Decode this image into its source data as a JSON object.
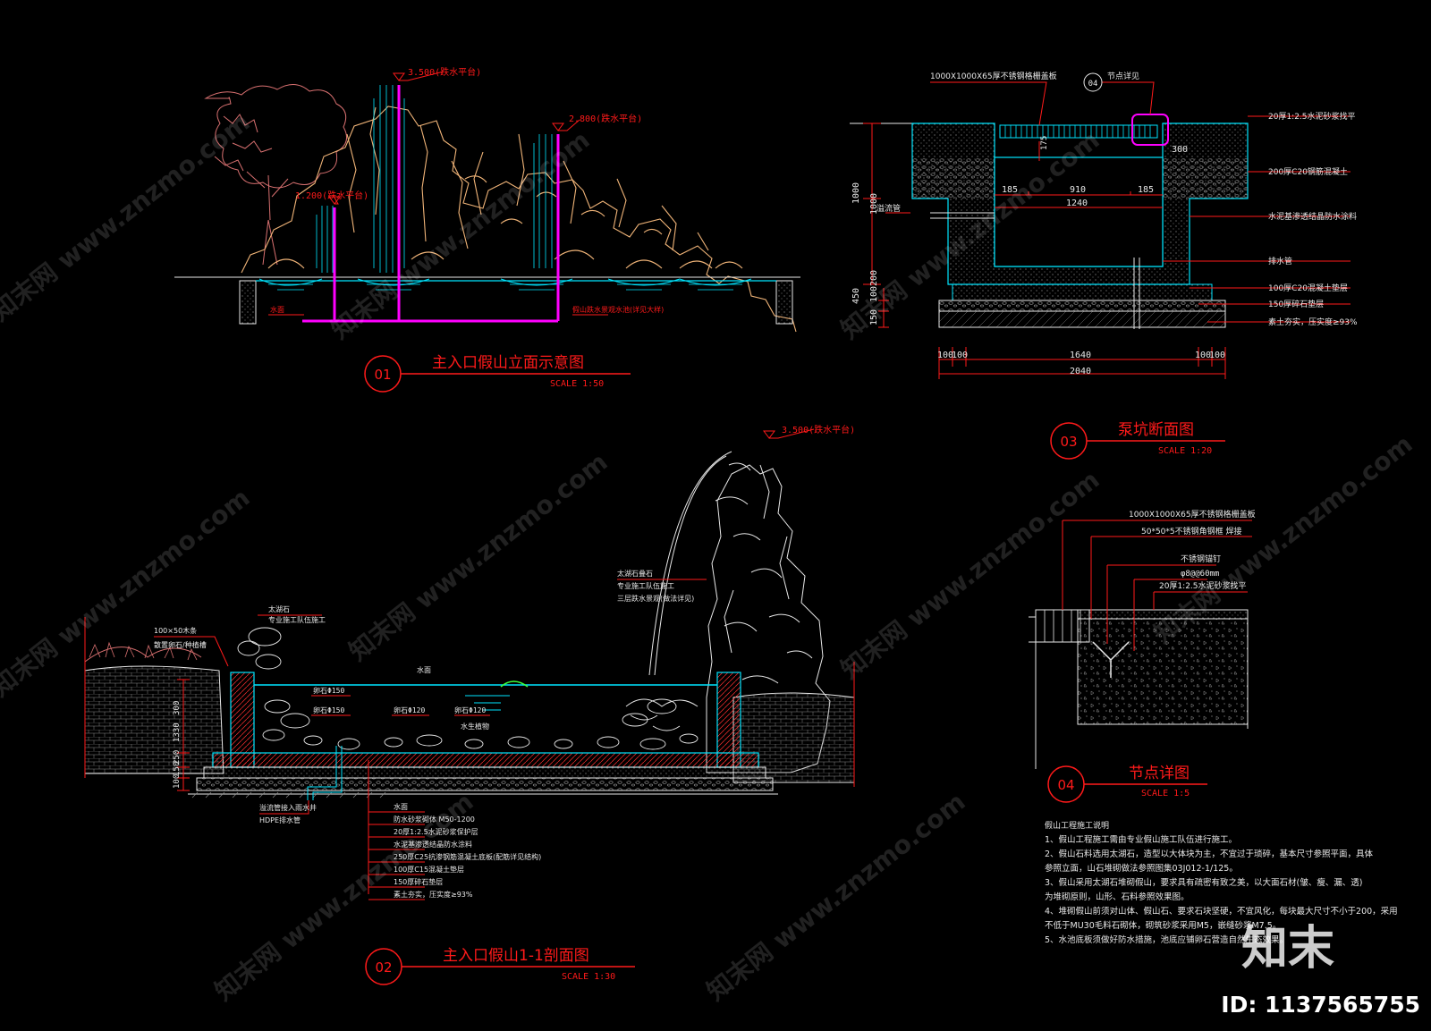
{
  "drawings": {
    "d01": {
      "number": "01",
      "title": "主入口假山立面示意图",
      "scale": "SCALE 1:50",
      "elev_top": "3.500(跌水平台)",
      "elev_mid": "2.800(跌水平台)",
      "elev_low": "1.200(跌水平台)",
      "left_note": "水面",
      "right_note": "假山跌水景观水池(详见大样)"
    },
    "d02": {
      "number": "02",
      "title": "主入口假山1-1剖面图",
      "scale": "SCALE 1:30",
      "elev_top": "3.500(跌水平台)",
      "note_top_left": "100×50木条",
      "note_top_left2": "散置卵石/种植槽",
      "note_rock": "太湖石",
      "note_rock2": "专业施工队伍施工",
      "note_right1": "太湖石叠石",
      "note_right2": "专业施工队伍施工",
      "note_right3": "三层跌水景观(做法详见)",
      "water_note": "水面",
      "pebble1": "卵石Φ150",
      "pebble2": "卵石Φ150",
      "pebble3": "卵石Φ120",
      "pebble4": "卵石Φ120",
      "pebble5": "水生植物",
      "dim_v1": "1330",
      "dim_v2": "300",
      "dim_v3": "250",
      "dim_v4": "150",
      "dim_v5": "100",
      "drain_note1": "溢流管接入雨水井",
      "drain_note2": "HDPE排水管",
      "layers": [
        "水面",
        "防水砂浆砌体 M50-1200",
        "20厚1:2.5水泥砂浆保护层",
        "水泥基渗透结晶防水涂料",
        "250厚C25抗渗钢筋混凝土底板(配筋详见结构)",
        "100厚C15混凝土垫层",
        "150厚碎石垫层",
        "素土夯实，压实度≥93%"
      ]
    },
    "d03": {
      "number": "03",
      "title": "泵坑断面图",
      "scale": "SCALE 1:20",
      "lid_note": "1000X1000X65厚不锈钢格栅盖板",
      "detail_ref": "节点详见",
      "detail_ref_num": "04",
      "dim_top": [
        "185",
        "910",
        "185"
      ],
      "dim_1240": "1240",
      "dim_175": "175",
      "dim_300": "300",
      "dim_left": [
        "1000",
        "1000",
        "450",
        "200",
        "150",
        "100"
      ],
      "dim_bottom": [
        "100",
        "100",
        "1640",
        "100",
        "100"
      ],
      "dim_total": "2040",
      "left_note": "溢流管",
      "right_notes": [
        "20厚1:2.5水泥砂浆找平",
        "200厚C20钢筋混凝土",
        "水泥基渗透结晶防水涂料",
        "排水管",
        "100厚C20混凝土垫层",
        "150厚碎石垫层",
        "素土夯实，压实度≥93%"
      ]
    },
    "d04": {
      "number": "04",
      "title": "节点详图",
      "scale": "SCALE 1:5",
      "notes": [
        "1000X1000X65厚不锈钢格栅盖板",
        "50*50*5不锈钢角钢框 焊接",
        "不锈钢锚钉",
        "φ8@@60mm",
        "20厚1:2.5水泥砂浆找平"
      ]
    }
  },
  "construction_notes": {
    "heading": "假山工程施工说明",
    "lines": [
      "1、假山工程施工需由专业假山施工队伍进行施工。",
      "2、假山石料选用太湖石，造型以大体块为主，不宜过于琐碎，基本尺寸参照平面，具体",
      "   参照立面，山石堆砌做法参照图集03J012-1/125。",
      "3、假山采用太湖石堆砌假山，要求具有疏密有致之美，以大面石材(皱、瘦、漏、透)",
      "   为堆砌原则，山形、石料参照效果图。",
      "4、堆砌假山前须对山体、假山石、要求石块坚硬，不宜风化，每块最大尺寸不小于200，采用",
      "   不低于MU30毛料石砌体，砌筑砂浆采用M5，嵌缝砂浆M7.5。",
      "5、水池底板须做好防水措施，池底应铺卵石营造自然生态效果。"
    ]
  },
  "watermark": {
    "site": "知末网 www.znzmo.com",
    "logo": "知末",
    "id_label": "ID: 1137565755"
  },
  "colors": {
    "background": "#000000",
    "red": "#ff1a1a",
    "cyan": "#00e5ff",
    "magenta": "#ff00ff",
    "white": "#e8e8e8",
    "tan": "#f0b478",
    "pink": "#d87070",
    "grey": "#8a8a8a"
  }
}
